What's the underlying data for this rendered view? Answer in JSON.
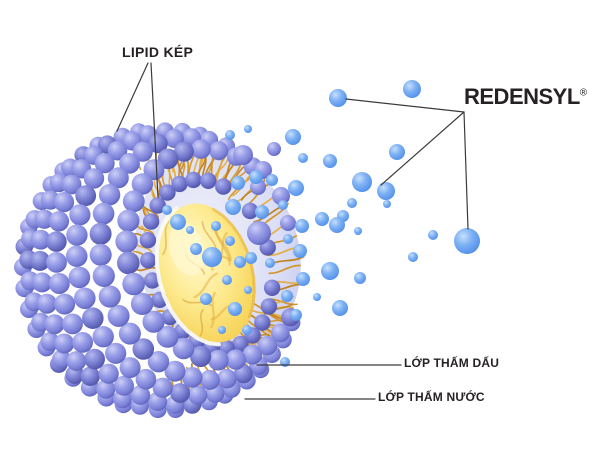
{
  "figure": {
    "background": "#ffffff",
    "labels": {
      "lipid_bilayer": {
        "text": "LIPID KÉP"
      },
      "brand": {
        "text": "REDENSYL",
        "registered_mark": "®"
      },
      "oil_layer": {
        "text": "LỚP THẤM DẤU"
      },
      "water_layer": {
        "text": "LỚP THẤM NƯỚC"
      }
    },
    "colors": {
      "label_text": "#262223",
      "leader_line": "#3d3a3a",
      "lipid_ball_light": "#cccff5",
      "lipid_ball_mid": "#8d92e0",
      "lipid_ball_dark": "#565cb4",
      "tail_orange_1": "#d2921f",
      "tail_orange_2": "#e6ab3a",
      "tail_orange_3": "#c07f15",
      "core_yellow_light": "#fff9d4",
      "core_yellow": "#fdeb91",
      "core_yellow_deep": "#eec247",
      "particle_blue_light": "#c6e0fc",
      "particle_blue": "#7fb2f4",
      "particle_blue_deep": "#4f8de9",
      "interior_lavender": "#dcdff6"
    },
    "particle_format": "[x, y, radius, type] where type 0 = redensyl blue droplet, 1 = detached lipid sphere",
    "particles": [
      [
        243,
        155,
        10,
        1
      ],
      [
        263,
        170,
        9,
        1
      ],
      [
        274,
        149,
        7,
        1
      ],
      [
        258,
        187,
        8,
        1
      ],
      [
        281,
        196,
        9,
        1
      ],
      [
        259,
        233,
        12,
        1
      ],
      [
        288,
        223,
        8,
        1
      ],
      [
        230,
        135,
        5,
        0
      ],
      [
        248,
        129,
        4,
        0
      ],
      [
        293,
        137,
        8,
        0
      ],
      [
        338,
        98,
        9,
        0
      ],
      [
        412,
        89,
        9,
        0
      ],
      [
        397,
        152,
        8,
        0
      ],
      [
        330,
        161,
        7,
        0
      ],
      [
        303,
        158,
        5,
        0
      ],
      [
        362,
        182,
        10,
        0
      ],
      [
        386,
        191,
        9,
        0
      ],
      [
        387,
        204,
        4,
        0
      ],
      [
        352,
        203,
        5,
        0
      ],
      [
        322,
        219,
        7,
        0
      ],
      [
        343,
        216,
        6,
        0
      ],
      [
        358,
        231,
        4,
        0
      ],
      [
        433,
        235,
        5,
        0
      ],
      [
        413,
        257,
        5,
        0
      ],
      [
        467,
        241,
        13,
        0
      ],
      [
        238,
        183,
        7,
        0
      ],
      [
        256,
        177,
        7,
        0
      ],
      [
        272,
        180,
        6,
        0
      ],
      [
        296,
        188,
        8,
        0
      ],
      [
        283,
        205,
        5,
        0
      ],
      [
        233,
        207,
        8,
        0
      ],
      [
        262,
        212,
        7,
        0
      ],
      [
        302,
        226,
        7,
        0
      ],
      [
        337,
        225,
        8,
        0
      ],
      [
        288,
        239,
        5,
        0
      ],
      [
        300,
        251,
        7,
        0
      ],
      [
        251,
        258,
        6,
        0
      ],
      [
        270,
        263,
        5,
        0
      ],
      [
        240,
        262,
        6,
        0
      ],
      [
        330,
        271,
        9,
        0
      ],
      [
        360,
        278,
        6,
        0
      ],
      [
        303,
        279,
        7,
        0
      ],
      [
        287,
        296,
        6,
        0
      ],
      [
        340,
        308,
        8,
        0
      ],
      [
        317,
        297,
        4,
        0
      ],
      [
        296,
        315,
        6,
        0
      ],
      [
        285,
        362,
        5,
        0
      ],
      [
        178,
        222,
        8,
        0
      ],
      [
        196,
        249,
        6,
        0
      ],
      [
        212,
        257,
        10,
        0
      ],
      [
        227,
        280,
        5,
        0
      ],
      [
        206,
        299,
        6,
        0
      ],
      [
        235,
        309,
        7,
        0
      ],
      [
        247,
        330,
        5,
        0
      ],
      [
        222,
        330,
        4,
        0
      ],
      [
        248,
        290,
        4,
        0
      ],
      [
        190,
        230,
        4,
        0
      ],
      [
        216,
        226,
        5,
        0
      ],
      [
        230,
        241,
        5,
        0
      ],
      [
        167,
        210,
        5,
        0
      ]
    ],
    "leader_lines": {
      "lipid_bilayer": [
        [
          148,
          63,
          117,
          131
        ],
        [
          151,
          63,
          158,
          197
        ]
      ],
      "brand": [
        [
          464,
          112,
          346,
          99
        ],
        [
          464,
          112,
          381,
          185
        ],
        [
          464,
          112,
          468,
          229
        ]
      ],
      "oil_layer": [
        [
          257,
          365,
          401,
          365
        ]
      ],
      "water_layer": [
        [
          245,
          399,
          375,
          399
        ]
      ]
    }
  }
}
